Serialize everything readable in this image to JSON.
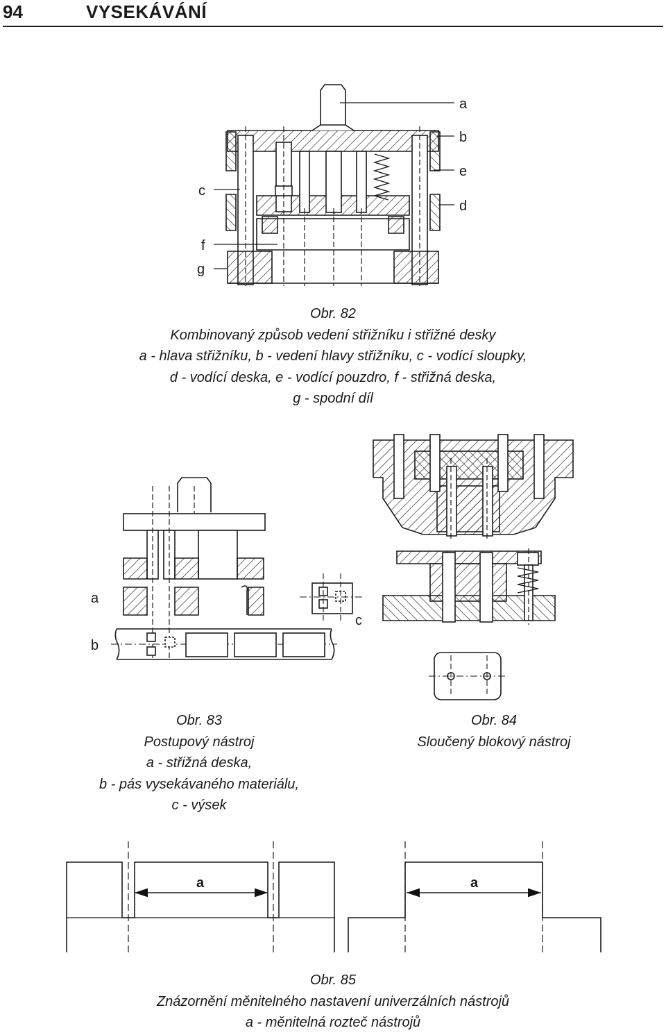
{
  "header": {
    "page_number": "94",
    "chapter_title": "VYSEKÁVÁNÍ"
  },
  "fig82": {
    "labels": {
      "a": "a",
      "b": "b",
      "e": "e",
      "d": "d",
      "c": "c",
      "f": "f",
      "g": "g"
    },
    "caption": [
      "Obr. 82",
      "Kombinovaný způsob vedení střižníku i střižné desky",
      "a - hlava střižníku, b - vedení hlavy střižníku, c - vodící sloupky,",
      "d - vodící deska, e - vodící pouzdro, f - střižná deska,",
      "g - spodní díl"
    ]
  },
  "fig83": {
    "labels": {
      "a": "a",
      "b": "b",
      "c": "c"
    },
    "caption": [
      "Obr. 83",
      "Postupový nástroj",
      "a - střižná deska,",
      "b - pás vysekávaného materiálu,",
      "c - výsek"
    ]
  },
  "fig84": {
    "caption": [
      "Obr. 84",
      "Sloučený blokový nástroj"
    ]
  },
  "fig85": {
    "labels": {
      "a_left": "a",
      "a_right": "a"
    },
    "caption": [
      "Obr. 85",
      "Znázornění měnitelného nastavení univerzálních nástrojů",
      "a - měnitelná rozteč nástrojů"
    ]
  }
}
